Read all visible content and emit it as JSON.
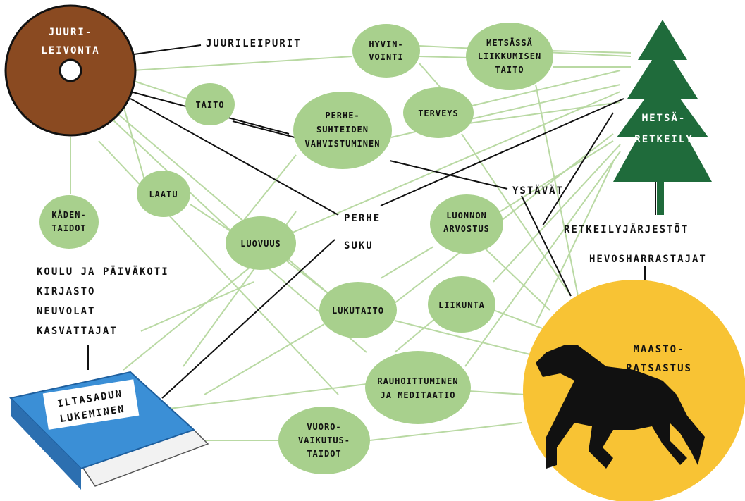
{
  "colors": {
    "green_line": "#b9d9a3",
    "green_node": "#a8d08d",
    "dark_line": "#111111",
    "brown": "#8a4a21",
    "pine": "#1f6b3b",
    "sun": "#f8c334",
    "book": "#3b8fd6"
  },
  "hubs": {
    "juuri": [
      "JUURI-",
      "LEIVONTA"
    ],
    "metsa": [
      "METSÄ-",
      "RETKEILY"
    ],
    "maasto": [
      "MAASTO-",
      "RATSASTUS"
    ],
    "iltasadun": [
      "ILTASADUN",
      "LUKEMINEN"
    ]
  },
  "nodes": {
    "hyvinvointi": [
      "HYVIN-",
      "VOINTI"
    ],
    "metsassa": [
      "METSÄSSÄ",
      "LIIKKUMISEN",
      "TAITO"
    ],
    "taito": [
      "TAITO"
    ],
    "perhesuhteiden": [
      "PERHE-",
      "SUHTEIDEN",
      "VAHVISTUMINEN"
    ],
    "terveys": [
      "TERVEYS"
    ],
    "laatu": [
      "LAATU"
    ],
    "kadentaidot": [
      "KÄDEN-",
      "TAIDOT"
    ],
    "luovuus": [
      "LUOVUUS"
    ],
    "luonnon": [
      "LUONNON",
      "ARVOSTUS"
    ],
    "lukutaito": [
      "LUKUTAITO"
    ],
    "liikunta": [
      "LIIKUNTA"
    ],
    "rauhoittuminen": [
      "RAUHOITTUMINEN",
      "JA MEDITAATIO"
    ],
    "vuorovaikutus": [
      "VUORO-",
      "VAIKUTUS-",
      "TAIDOT"
    ]
  },
  "labels": {
    "juurileipurit": "JUURILEIPURIT",
    "perhe": "PERHE",
    "suku": "SUKU",
    "ystavat": "YSTÄVÄT",
    "retkeily": "RETKEILYJÄRJESTÖT",
    "hevos": "HEVOSHARRASTAJAT",
    "koulu": [
      "KOULU JA PÄIVÄKOTI",
      "KIRJASTO",
      "NEUVOLAT",
      "KASVATTAJAT"
    ]
  }
}
